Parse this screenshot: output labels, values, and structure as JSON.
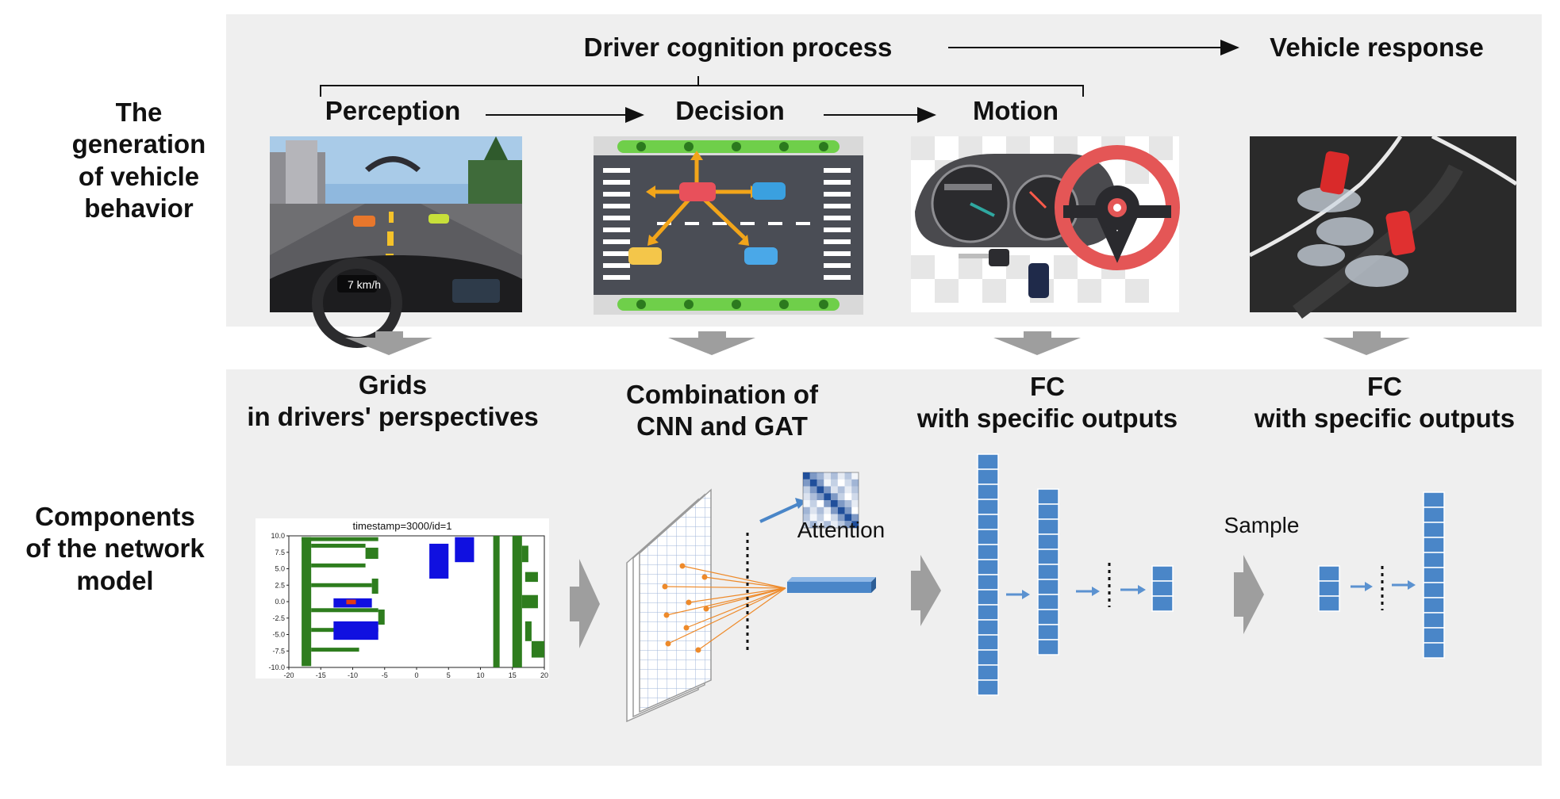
{
  "rows": {
    "top_label": "The\ngeneration\nof vehicle\nbehavior",
    "bottom_label": "Components\nof the network\nmodel"
  },
  "top": {
    "cognition_title": "Driver cognition process",
    "response_title": "Vehicle response",
    "stages": [
      "Perception",
      "Decision",
      "Motion"
    ],
    "cockpit_speed": "7 km/h"
  },
  "bottom": {
    "columns": [
      {
        "title": "Grids\nin drivers' perspectives"
      },
      {
        "title": "Combination of\nCNN and GAT"
      },
      {
        "title": "FC\nwith specific outputs"
      },
      {
        "title": "FC\nwith specific outputs"
      }
    ],
    "attention_label": "Attention",
    "sample_label": "Sample"
  },
  "grid_plot": {
    "title": "timestamp=3000/id=1",
    "x_ticks": [
      "-20",
      "-15",
      "-10",
      "-5",
      "0",
      "5",
      "10",
      "15",
      "20"
    ],
    "y_ticks": [
      "10.0",
      "7.5",
      "5.0",
      "2.5",
      "0.0",
      "-2.5",
      "-5.0",
      "-7.5",
      "-10.0"
    ],
    "xlim": [
      -20,
      20
    ],
    "ylim": [
      -10,
      10
    ]
  },
  "colors": {
    "panel": "#efefef",
    "arrow_gray": "#9e9e9e",
    "fc_blue": "#4a86c8",
    "lane_green": "#2e7d1e",
    "grid_blue": "#1010e0",
    "ego_red": "#e53a12",
    "orange": "#ee8a2a",
    "decision_arrow": "#f2a51a"
  }
}
